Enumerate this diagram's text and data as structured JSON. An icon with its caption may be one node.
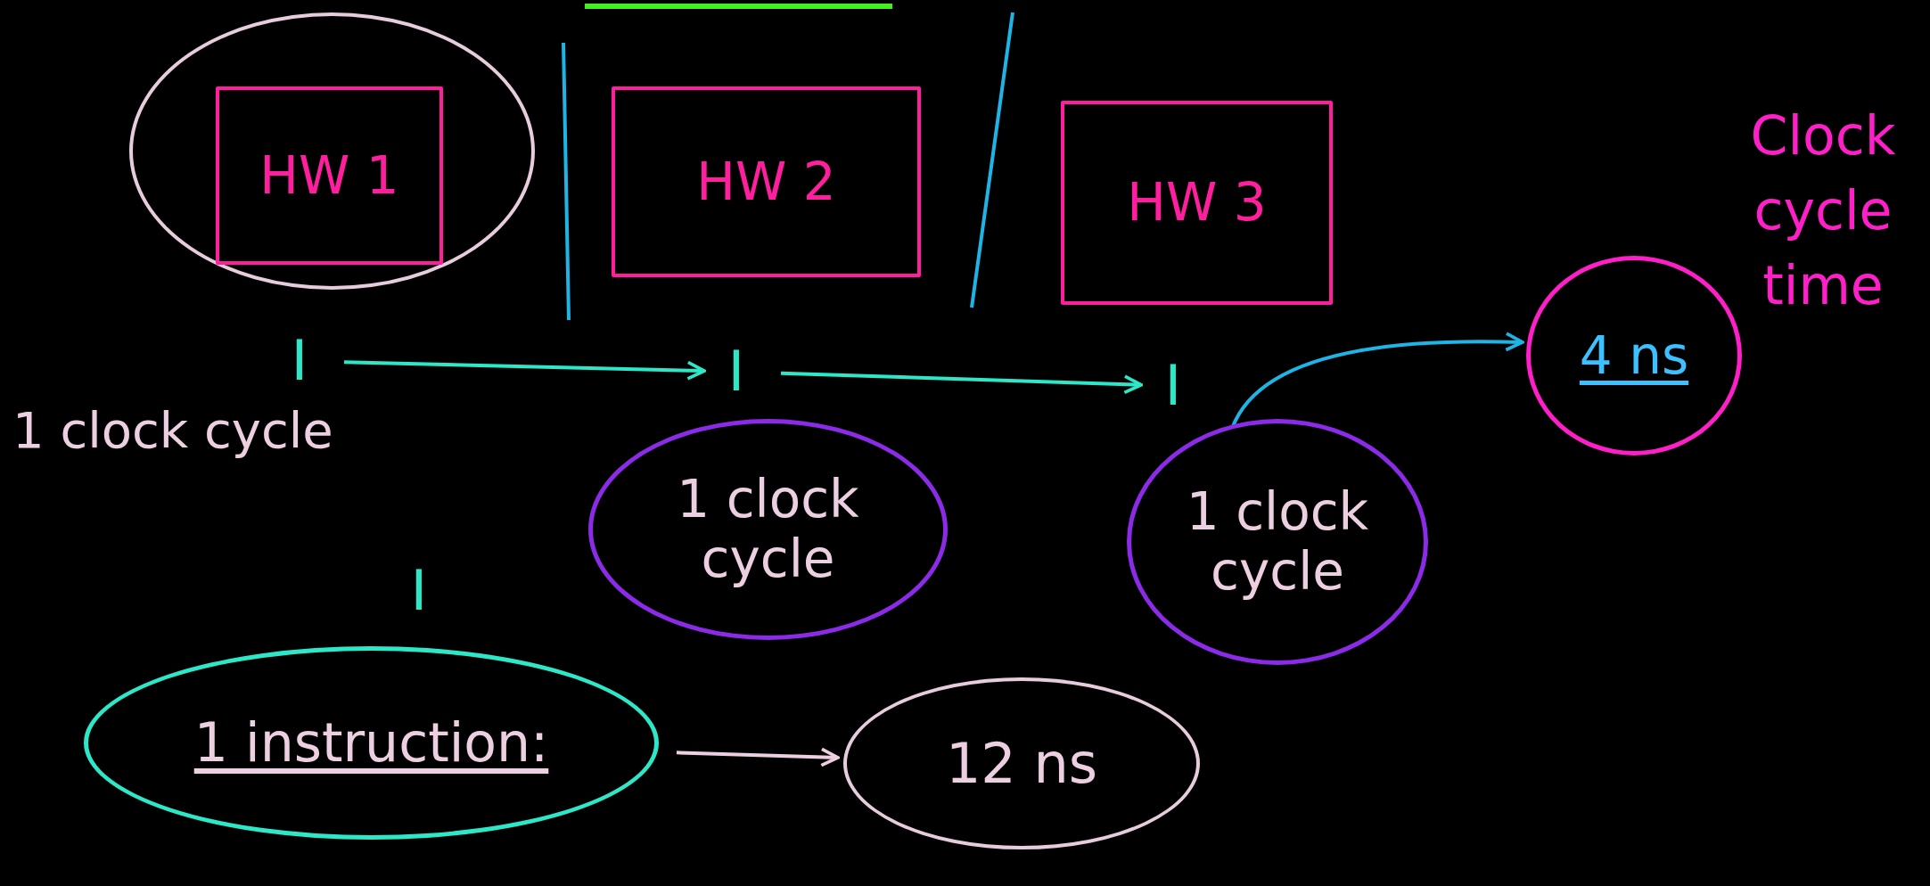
{
  "diagram": {
    "nodes": [
      {
        "text": [],
        "shape": "circle"
      },
      {
        "text": [
          "HW 1"
        ],
        "in": 0
      },
      {
        "text": [
          "HW 2"
        ]
      },
      {
        "text": [
          "HW 3"
        ]
      },
      {
        "text": [
          "I"
        ]
      },
      {
        "text": [
          "I"
        ]
      },
      {
        "text": [
          "I"
        ]
      },
      {
        "text": [
          "1 clock cycle"
        ]
      },
      {
        "text": [
          "1 clock cycle"
        ]
      },
      {
        "text": [
          "4 ns"
        ],
        "beside": [
          "Clock cycle time"
        ]
      },
      {
        "text": [
          "1 instruction:"
        ],
        "beside": [
          "I"
        ]
      },
      {
        "text": [
          "12 ns"
        ]
      }
    ],
    "edges": [
      {
        "from": 4,
        "to": 5,
        "arrow": "to",
        "color": "#2de8c8"
      },
      {
        "from": 5,
        "to": 6,
        "arrow": "to",
        "color": "#2de8c8"
      },
      {
        "from": 8,
        "to": 9,
        "arrow": "to",
        "color": "#1fb4e6"
      },
      {
        "from": 10,
        "to": 11,
        "arrow": "to",
        "color": "#eccfe0"
      }
    ],
    "labels": [
      "1 clock cycle"
    ]
  }
}
